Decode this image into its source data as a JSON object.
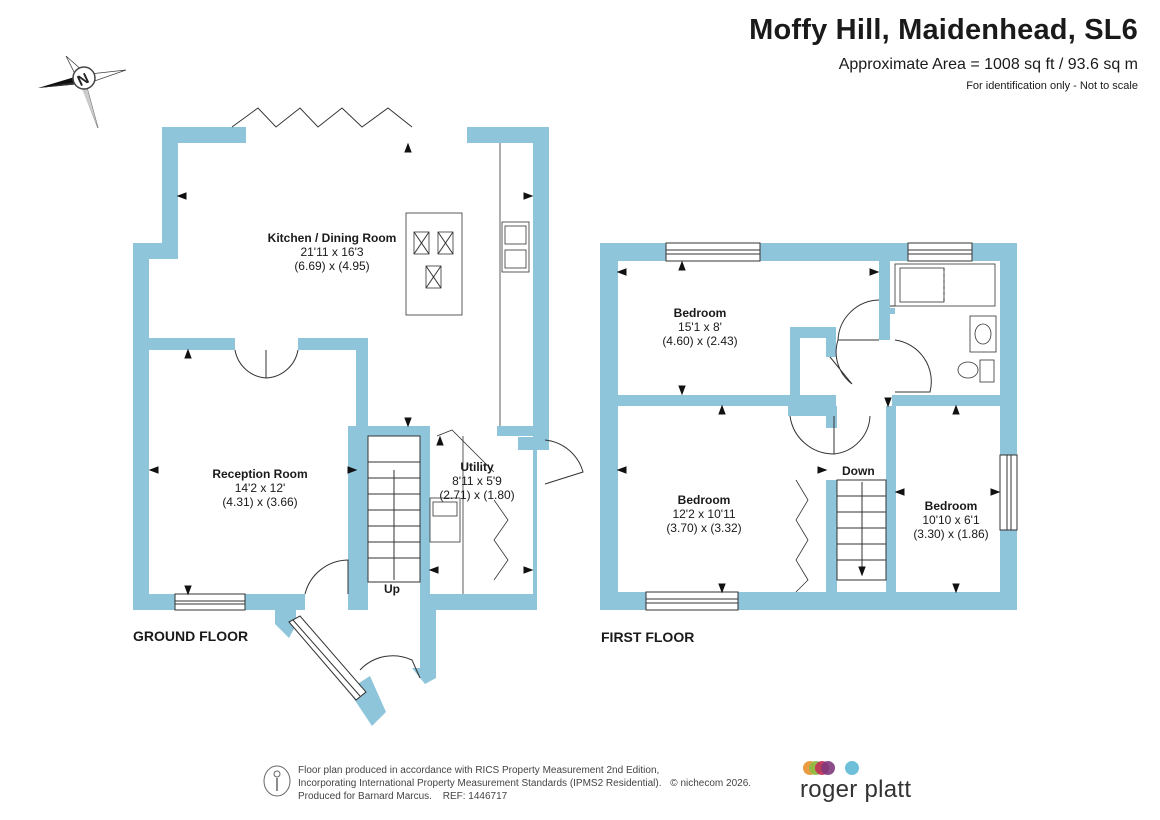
{
  "header": {
    "title": "Moffy Hill, Maidenhead, SL6",
    "area": "Approximate Area = 1008 sq ft / 93.6 sq m",
    "note": "For identification only - Not to scale"
  },
  "compass": {
    "letter": "N"
  },
  "ground_floor": {
    "label": "GROUND FLOOR",
    "stairs_label": "Up",
    "rooms": {
      "kitchen": {
        "name": "Kitchen / Dining Room",
        "imperial": "21'11 x 16'3",
        "metric": "(6.69) x (4.95)"
      },
      "reception": {
        "name": "Reception Room",
        "imperial": "14'2 x 12'",
        "metric": "(4.31) x (3.66)"
      },
      "utility": {
        "name": "Utility",
        "imperial": "8'11 x 5'9",
        "metric": "(2.71) x (1.80)"
      }
    }
  },
  "first_floor": {
    "label": "FIRST FLOOR",
    "stairs_label": "Down",
    "rooms": {
      "bed1": {
        "name": "Bedroom",
        "imperial": "15'1 x 8'",
        "metric": "(4.60) x (2.43)"
      },
      "bed2": {
        "name": "Bedroom",
        "imperial": "12'2 x 10'11",
        "metric": "(3.70) x (3.32)"
      },
      "bed3": {
        "name": "Bedroom",
        "imperial": "10'10 x 6'1",
        "metric": "(3.30) x (1.86)"
      }
    }
  },
  "footer": {
    "line1": "Floor plan produced in accordance with RICS Property Measurement 2nd Edition,",
    "line2": "Incorporating International Property Measurement Standards (IPMS2 Residential).",
    "copyright": "© nichecom 2026.",
    "line3": "Produced for Barnard Marcus.",
    "ref": "REF:  1446717"
  },
  "logo": {
    "text": "roger platt",
    "dot_colors": [
      "#e8912f",
      "#8dbb44",
      "#c2305a",
      "#7f3a7c",
      "#5fb8d6"
    ]
  },
  "colors": {
    "wall": "#8fc5db",
    "line": "#333333"
  }
}
